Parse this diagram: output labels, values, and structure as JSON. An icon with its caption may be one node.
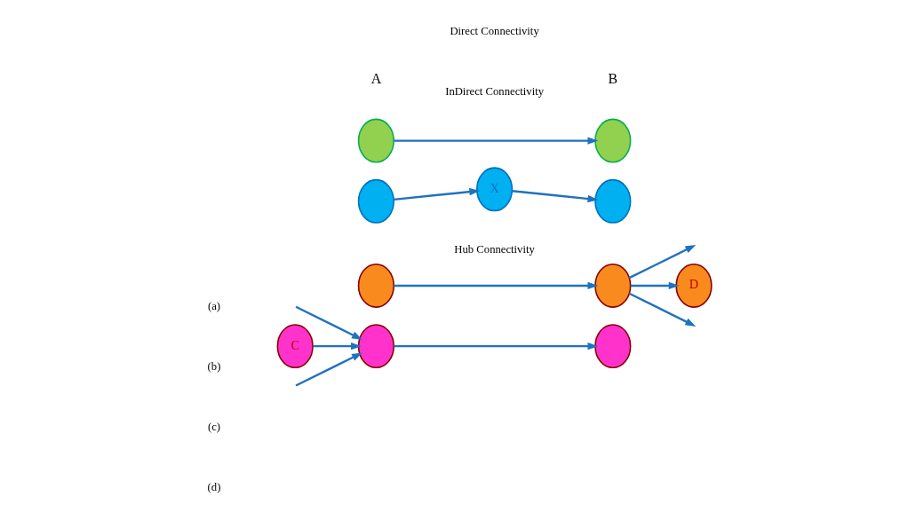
{
  "diagram": {
    "nodes": [
      {
        "text": [],
        "shape": "circle"
      },
      {
        "text": [],
        "shape": "circle"
      },
      {
        "text": [],
        "shape": "circle"
      },
      {
        "text": [
          "X"
        ]
      },
      {
        "text": [],
        "shape": "circle"
      },
      {
        "text": [],
        "shape": "circle"
      },
      {
        "text": [],
        "shape": "circle"
      },
      {
        "text": [
          "D"
        ]
      },
      {
        "text": [
          "C"
        ]
      },
      {
        "text": [],
        "shape": "circle"
      },
      {
        "text": [],
        "shape": "circle"
      }
    ],
    "edges": [
      {
        "from": 0,
        "to": 1,
        "arrow": "to"
      },
      {
        "from": 2,
        "to": 3,
        "arrow": "to"
      },
      {
        "from": 3,
        "to": 4,
        "arrow": "to"
      },
      {
        "from": 5,
        "to": 6,
        "arrow": "to"
      },
      {
        "from": 6,
        "to": null,
        "arrow": "to"
      },
      {
        "from": 6,
        "to": 7,
        "arrow": "to"
      },
      {
        "from": 6,
        "to": null,
        "arrow": "to"
      },
      {
        "from": null,
        "to": 9,
        "arrow": "to"
      },
      {
        "from": 8,
        "to": 9,
        "arrow": "to"
      },
      {
        "from": null,
        "to": 9,
        "arrow": "to"
      },
      {
        "from": 9,
        "to": 10,
        "arrow": "to"
      }
    ],
    "labels": [
      "A",
      "B",
      "(a)",
      "Direct Connectivity",
      "InDirect Connectivity",
      "(b)",
      "(c)",
      "Hub Connectivity",
      "(d)"
    ]
  }
}
